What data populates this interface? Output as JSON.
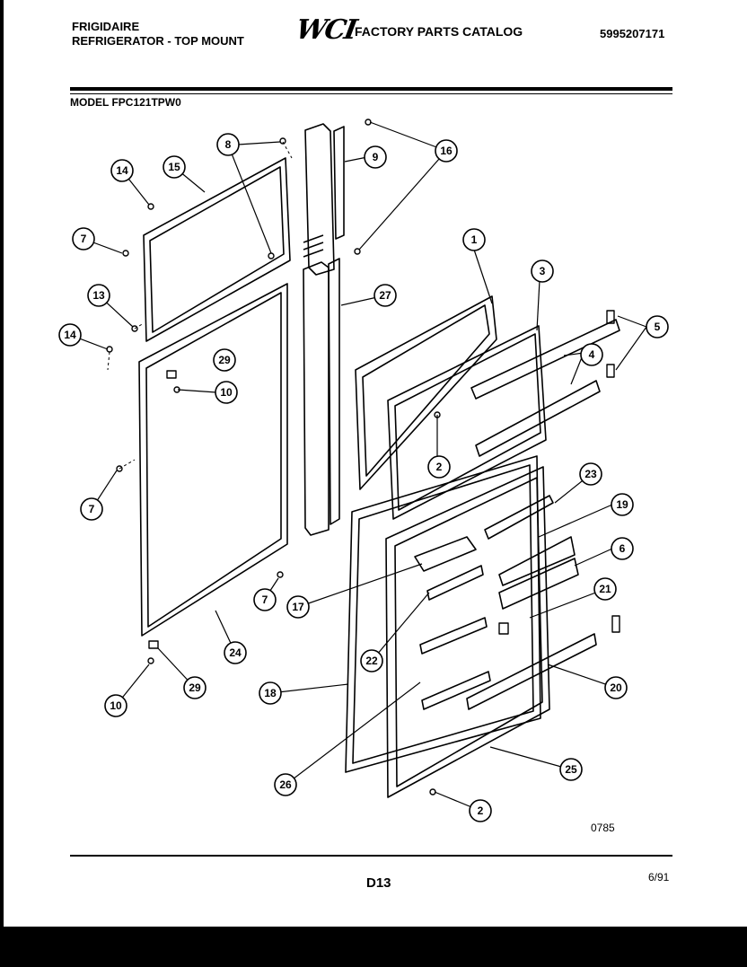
{
  "header": {
    "brand": "FRIGIDAIRE",
    "subtitle": "REFRIGERATOR - TOP MOUNT",
    "logo": "WCI",
    "catalog_title": "FACTORY PARTS CATALOG",
    "catalog_number": "5995207171"
  },
  "model": "MODEL FPC121TPW0",
  "callouts": [
    "1",
    "2",
    "2",
    "3",
    "4",
    "5",
    "6",
    "7",
    "7",
    "7",
    "8",
    "9",
    "10",
    "10",
    "13",
    "14",
    "14",
    "15",
    "16",
    "17",
    "18",
    "19",
    "20",
    "21",
    "22",
    "23",
    "24",
    "25",
    "26",
    "27",
    "29",
    "29"
  ],
  "figure_code": "0785",
  "footer": {
    "page_id": "D13",
    "date": "6/91"
  }
}
